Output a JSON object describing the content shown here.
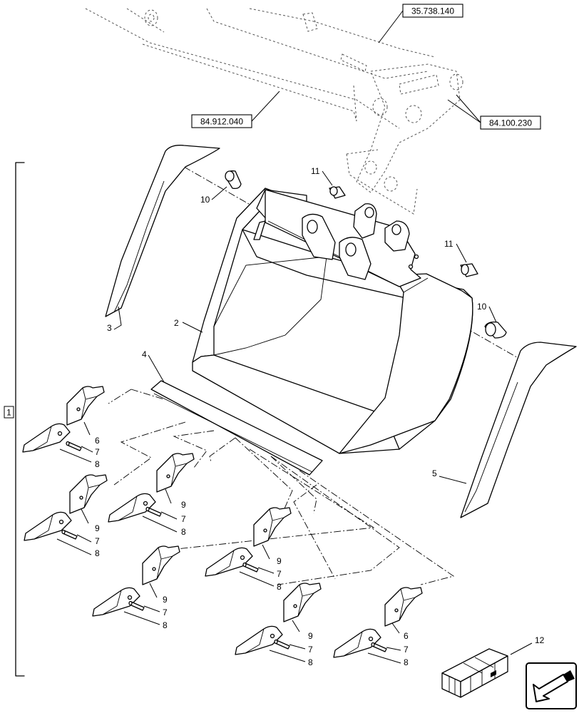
{
  "references": {
    "arm": "35.738.140",
    "boom": "84.912.040",
    "linkage": "84.100.230"
  },
  "group_label": "1",
  "callouts": {
    "c2": "2",
    "c3": "3",
    "c4": "4",
    "c5": "5",
    "c10a": "10",
    "c10b": "10",
    "c11a": "11",
    "c11b": "11",
    "c12": "12",
    "t1_6": "6",
    "t1_7": "7",
    "t1_8": "8",
    "t2_9": "9",
    "t2_7": "7",
    "t2_8": "8",
    "t3_9": "9",
    "t3_7": "7",
    "t3_8": "8",
    "t4_9": "9",
    "t4_7": "7",
    "t4_8": "8",
    "t5_9": "9",
    "t5_7": "7",
    "t5_8": "8",
    "t6_9": "9",
    "t6_7": "7",
    "t6_8": "8",
    "t7_6": "6",
    "t7_7": "7",
    "t7_8": "8"
  },
  "icons": [
    "kit-box-icon",
    "navigation-arrow-icon"
  ]
}
